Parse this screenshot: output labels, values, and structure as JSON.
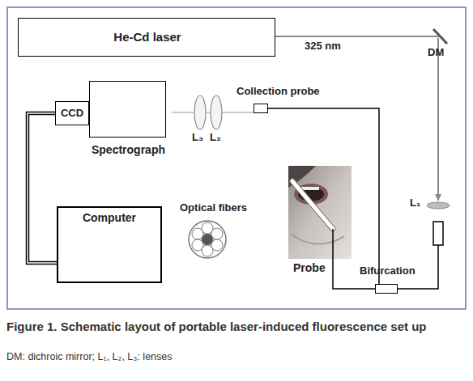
{
  "diagram": {
    "caption": "Figure 1. Schematic layout of portable laser-induced fluorescence set up",
    "nodes": [
      {
        "text": [
          "He-Cd laser"
        ]
      },
      {
        "text": [
          "CCD"
        ]
      },
      {
        "text": [
          "Spectrograph"
        ]
      },
      {
        "text": [
          "Collection probe"
        ]
      },
      {
        "text": [
          "Computer"
        ]
      },
      {
        "text": [
          "Bifurcation"
        ]
      },
      {
        "text": [
          "Probe"
        ]
      }
    ],
    "edges": [
      {
        "from": 3,
        "to": 5,
        "arrow": "none"
      },
      {
        "from": 6,
        "to": 5,
        "arrow": "none"
      },
      {
        "from": 1,
        "to": 4,
        "arrow": "none"
      }
    ],
    "labels": [
      "325 nm",
      "DM",
      "L₃",
      "L₂",
      "L₁",
      "Optical fibers",
      "DM: dichroic mirror; L₁, L₂, L₃: lenses"
    ]
  }
}
